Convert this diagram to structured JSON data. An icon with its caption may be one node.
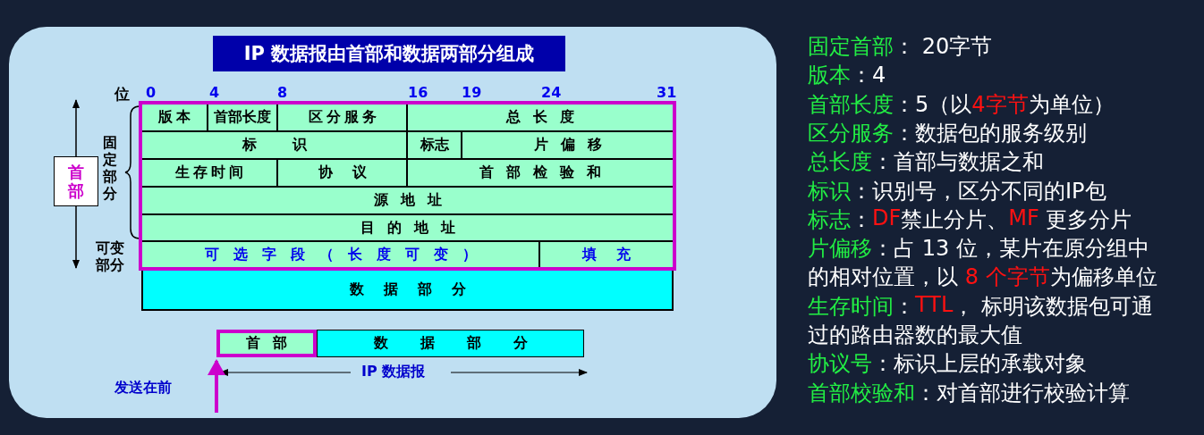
{
  "diagram": {
    "title": "IP 数据报由首部和数据两部分组成",
    "nodes": [
      {
        "text": [
          "首部"
        ]
      },
      {
        "text": [
          "版本"
        ]
      },
      {
        "text": [
          "首部长度"
        ]
      },
      {
        "text": [
          "区分服务"
        ]
      },
      {
        "text": [
          "总长度"
        ]
      },
      {
        "text": [
          "标识"
        ]
      },
      {
        "text": [
          "标志"
        ]
      },
      {
        "text": [
          "片偏移"
        ]
      },
      {
        "text": [
          "生存时间"
        ]
      },
      {
        "text": [
          "协议"
        ]
      },
      {
        "text": [
          "首部检验和"
        ]
      },
      {
        "text": [
          "源地址"
        ]
      },
      {
        "text": [
          "目的地址"
        ]
      },
      {
        "text": [
          "可选字段（长度可变）"
        ]
      },
      {
        "text": [
          "填充"
        ]
      },
      {
        "text": [
          "数据部分"
        ]
      },
      {
        "text": [
          "首部"
        ]
      },
      {
        "text": [
          "数据部分"
        ]
      }
    ],
    "edges": [
      {
        "from": null,
        "to": 16,
        "arrow": "to"
      }
    ],
    "labels": [
      "位",
      "0",
      "4",
      "8",
      "16",
      "19",
      "24",
      "31",
      "固定部分",
      "可变部分",
      "IP 数据报",
      "发送在前",
      "固定首部",
      "： 20字节",
      "版本",
      "：4",
      "首部长度",
      "：5（以",
      "4字节",
      "为单位）",
      "区分服务",
      "：数据包的服务级别",
      "总长度",
      "：首部与数据之和",
      "标识",
      "：识别号，区分不同的IP包",
      "标志",
      "：",
      "DF",
      "禁止分片、",
      "MF",
      " 更多分片",
      "片偏移",
      "：占 13 位，某片在原分组中",
      "的相对位置，以 ",
      "8 个字节",
      "为偏移单位",
      "生存时间",
      "：",
      "TTL",
      "， 标明该数据包可通",
      "过的路由器数的最大值",
      "协议号",
      "：标识上层的承载对象",
      "首部校验和",
      "：对首部进行校验计算"
    ]
  }
}
